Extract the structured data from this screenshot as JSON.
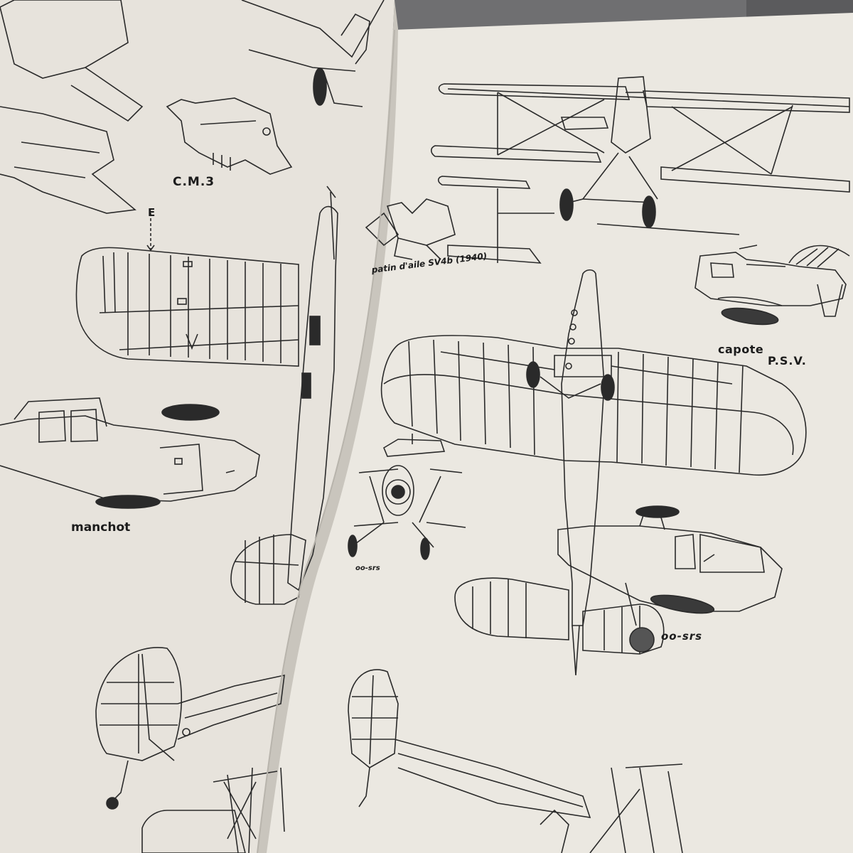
{
  "scene": {
    "description_type": "photo of an open book showing aircraft line drawings",
    "colors": {
      "background": "#6f6f71",
      "left_page": "#e7e3dc",
      "right_page": "#ebe8e1",
      "ink": "#2a2a2a",
      "shading": "#3a3a3a"
    }
  },
  "labels": {
    "cm3": "C.M.3",
    "e_marker": "E",
    "manchot": "manchot",
    "patin": "patin d'aile SV4b (1940)",
    "capote": "capote",
    "psv": "P.S.V.",
    "oosrs_small": "oo-srs",
    "oosrs_big": "oo-srs"
  }
}
